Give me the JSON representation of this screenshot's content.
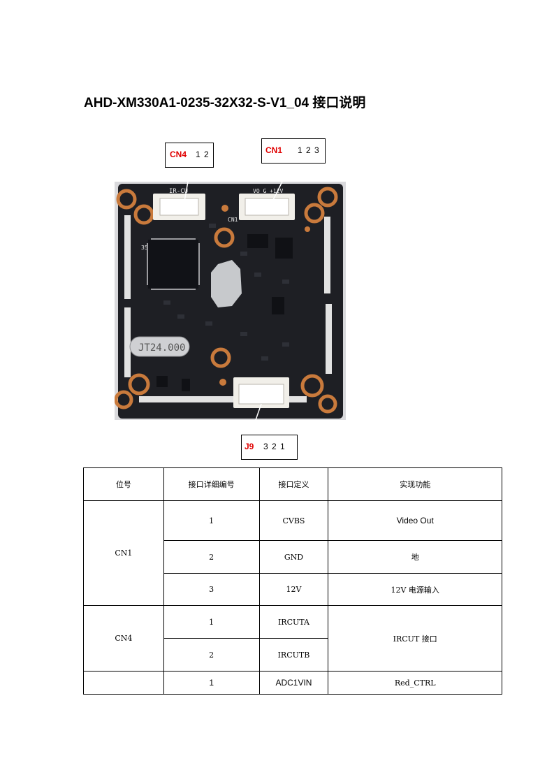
{
  "title": "AHD-XM330A1-0235-32X32-S-V1_04 接口说明",
  "callouts": {
    "cn4": {
      "label": "CN4",
      "pins": "1 2"
    },
    "cn1": {
      "label": "CN1",
      "pins": "1 2 3"
    },
    "j9": {
      "label": "J9",
      "pins": "3 2 1"
    }
  },
  "board": {
    "silk_ircut": "IR-CU",
    "silk_power": "VO G +12V",
    "silk_cn1": "CN1",
    "silk_35": "35",
    "crystal": "JT24.000"
  },
  "colors": {
    "label_red": "#e00000",
    "pcb": "#1e1f24",
    "pad": "#c97a3c"
  },
  "table": {
    "headers": [
      "位号",
      "接口详细编号",
      "接口定义",
      "实现功能"
    ],
    "cn1": {
      "ref": "CN1",
      "rows": [
        {
          "num": "1",
          "def": "CVBS",
          "func": "Video Out"
        },
        {
          "num": "2",
          "def": "GND",
          "func": "地"
        },
        {
          "num": "3",
          "def": "12V",
          "func": "12V 电源输入"
        }
      ]
    },
    "cn4": {
      "ref": "CN4",
      "rows": [
        {
          "num": "1",
          "def": "IRCUTA"
        },
        {
          "num": "2",
          "def": "IRCUTB"
        }
      ],
      "func": "IRCUT 接口"
    },
    "last": {
      "ref": "",
      "num": "1",
      "def": "ADC1VIN",
      "func": "Red_CTRL"
    }
  }
}
